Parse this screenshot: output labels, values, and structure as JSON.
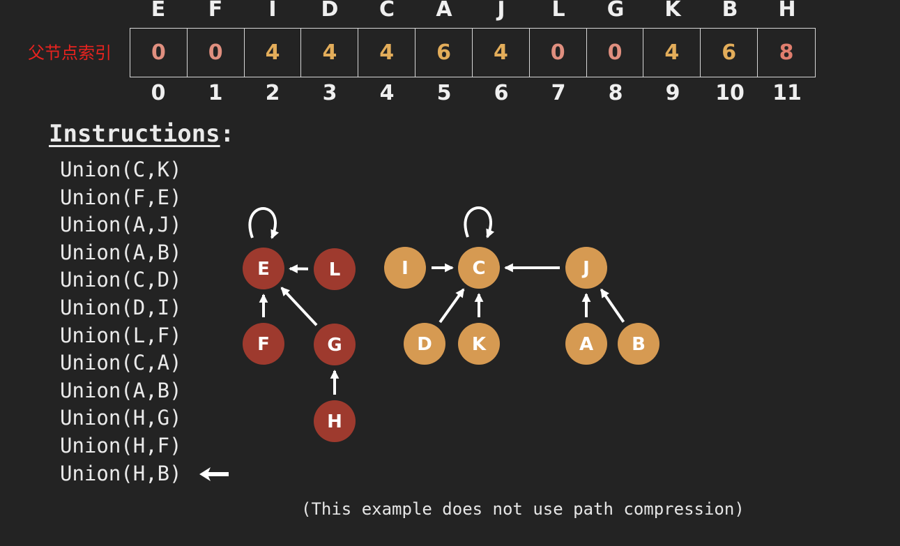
{
  "array": {
    "row_label": "父节点索引",
    "names": [
      "E",
      "F",
      "I",
      "D",
      "C",
      "A",
      "J",
      "L",
      "G",
      "K",
      "B",
      "H"
    ],
    "values": [
      "0",
      "0",
      "4",
      "4",
      "4",
      "6",
      "4",
      "0",
      "0",
      "4",
      "6",
      "8"
    ],
    "indices": [
      "0",
      "1",
      "2",
      "3",
      "4",
      "5",
      "6",
      "7",
      "8",
      "9",
      "10",
      "11"
    ],
    "value_colors": [
      "#e08f7f",
      "#e08f7f",
      "#e3ad5a",
      "#e3ad5a",
      "#e3ad5a",
      "#e3ad5a",
      "#e3ad5a",
      "#e08f7f",
      "#e08f7f",
      "#e3ad5a",
      "#e3ad5a",
      "#e07e6e"
    ]
  },
  "instructions": {
    "title_word": "Instructions",
    "title_colon": ":",
    "items": [
      "Union(C,K)",
      "Union(F,E)",
      "Union(A,J)",
      "Union(A,B)",
      "Union(C,D)",
      "Union(D,I)",
      "Union(L,F)",
      "Union(C,A)",
      "Union(A,B)",
      "Union(H,G)",
      "Union(H,F)",
      "Union(H,B)"
    ],
    "current_index": 11
  },
  "graph": {
    "colors": {
      "red_group": "#9e3a2e",
      "orange_group": "#d69a52",
      "arrow": "#ffffff"
    },
    "nodes": [
      {
        "label": "E",
        "group": "red_group"
      },
      {
        "label": "L",
        "group": "red_group"
      },
      {
        "label": "F",
        "group": "red_group"
      },
      {
        "label": "G",
        "group": "red_group"
      },
      {
        "label": "H",
        "group": "red_group"
      },
      {
        "label": "I",
        "group": "orange_group"
      },
      {
        "label": "C",
        "group": "orange_group"
      },
      {
        "label": "J",
        "group": "orange_group"
      },
      {
        "label": "D",
        "group": "orange_group"
      },
      {
        "label": "K",
        "group": "orange_group"
      },
      {
        "label": "A",
        "group": "orange_group"
      },
      {
        "label": "B",
        "group": "orange_group"
      }
    ],
    "edges": [
      {
        "from": "L",
        "to": "E"
      },
      {
        "from": "F",
        "to": "E"
      },
      {
        "from": "G",
        "to": "E"
      },
      {
        "from": "H",
        "to": "G"
      },
      {
        "from": "I",
        "to": "C"
      },
      {
        "from": "J",
        "to": "C"
      },
      {
        "from": "D",
        "to": "C"
      },
      {
        "from": "K",
        "to": "C"
      },
      {
        "from": "A",
        "to": "J"
      },
      {
        "from": "B",
        "to": "J"
      }
    ],
    "self_loops": [
      "E",
      "C"
    ]
  },
  "note": "(This example does not use path compression)"
}
